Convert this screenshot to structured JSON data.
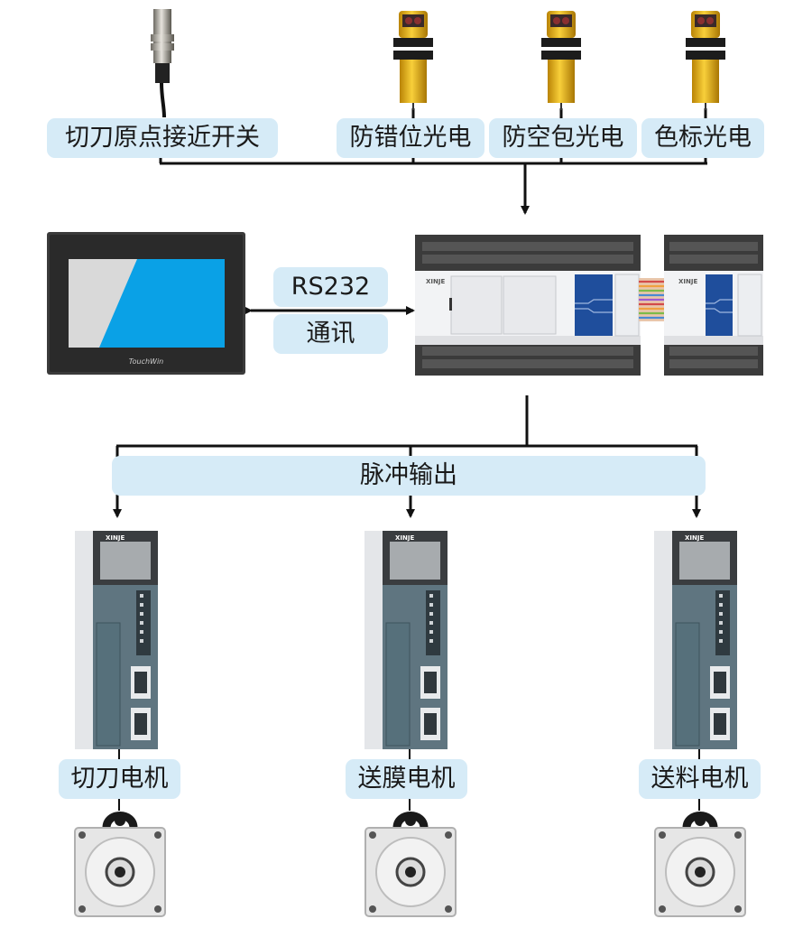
{
  "sensors": {
    "origin_switch": "切刀原点接近开关",
    "anti_misplace": "防错位光电",
    "empty_bag": "防空包光电",
    "color_mark": "色标光电"
  },
  "comm": {
    "protocol": "RS232",
    "type": "通讯"
  },
  "hmi": {
    "brand": "TouchWin"
  },
  "plc": {
    "brand": "XINJE",
    "ext_brand": "XINJE"
  },
  "pulse": {
    "label": "脉冲输出"
  },
  "drives": [
    {
      "brand": "XINJE",
      "motor_label": "切刀电机"
    },
    {
      "brand": "XINJE",
      "motor_label": "送膜电机"
    },
    {
      "brand": "XINJE",
      "motor_label": "送料电机"
    }
  ],
  "colors": {
    "label_bg": "#d6ebf7",
    "hmi_screen": "#0aa1e6",
    "plc_module": "#1f4e9c",
    "drive_body": "#5f7580",
    "sensor_yellow": "#f2b51a"
  }
}
